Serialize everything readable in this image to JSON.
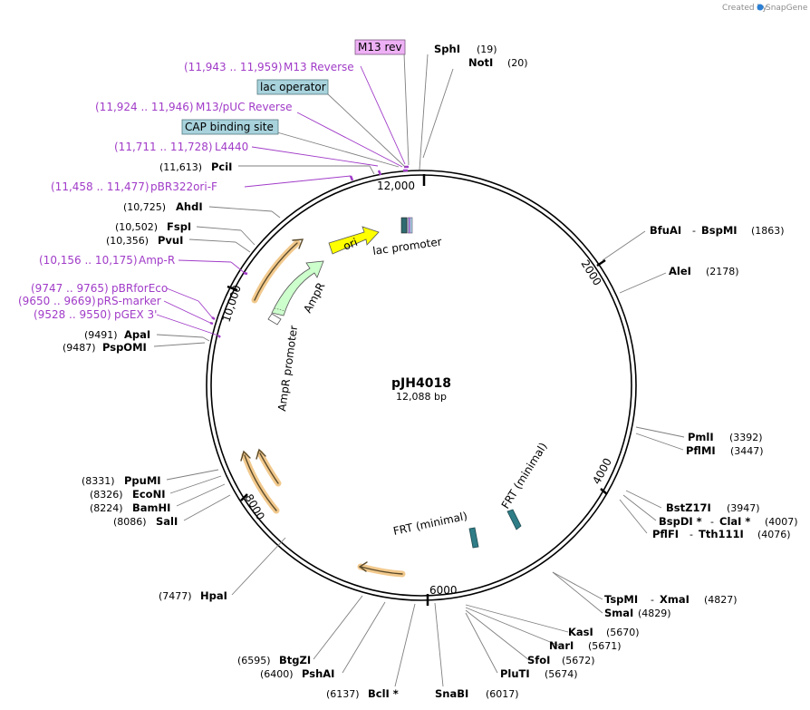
{
  "credit": {
    "prefix": "Created by",
    "brand": "SnapGene"
  },
  "plasmid": {
    "name": "pJH4018",
    "length": "12,088 bp"
  },
  "ticks": [
    "12,000",
    "2000",
    "4000",
    "6000",
    "8000",
    "10,000"
  ],
  "boxed_labels": {
    "m13rev": "M13 rev",
    "lac_operator": "lac operator",
    "cap": "CAP binding site"
  },
  "features": {
    "m13_reverse": {
      "range": "(11,943 .. 11,959)",
      "name": "M13 Reverse"
    },
    "m13_puc": {
      "range": "(11,924 .. 11,946)",
      "name": "M13/pUC Reverse"
    },
    "l4440": {
      "range": "(11,711 .. 11,728)",
      "name": "L4440"
    },
    "pbr322ori": {
      "range": "(11,458 .. 11,477)",
      "name": "pBR322ori-F"
    },
    "ampr_primer": {
      "range": "(10,156 .. 10,175)",
      "name": "Amp-R"
    },
    "pbrforeco": {
      "range": "(9747 .. 9765)",
      "name": "pBRforEco"
    },
    "prs_marker": {
      "range": "(9650 .. 9669)",
      "name": "pRS-marker"
    },
    "pgex3": {
      "range": "(9528 .. 9550)",
      "name": "pGEX 3'"
    }
  },
  "enzymes": {
    "sphi": {
      "name": "SphI",
      "pos": "(19)"
    },
    "noti": {
      "name": "NotI",
      "pos": "(20)"
    },
    "pcii": {
      "name": "PciI",
      "pos": "(11,613)"
    },
    "ahdi": {
      "name": "AhdI",
      "pos": "(10,725)"
    },
    "fspi": {
      "name": "FspI",
      "pos": "(10,502)"
    },
    "pvui": {
      "name": "PvuI",
      "pos": "(10,356)"
    },
    "apai": {
      "name": "ApaI",
      "pos": "(9491)"
    },
    "pspomi": {
      "name": "PspOMI",
      "pos": "(9487)"
    },
    "bfuai": {
      "name": "BfuAI",
      "sep": "-",
      "name2": "BspMI",
      "pos": "(1863)"
    },
    "alei": {
      "name": "AleI",
      "pos": "(2178)"
    },
    "pmli": {
      "name": "PmlI",
      "pos": "(3392)"
    },
    "pflmi": {
      "name": "PflMI",
      "pos": "(3447)"
    },
    "bstz17i": {
      "name": "BstZ17I",
      "pos": "(3947)"
    },
    "bspdi": {
      "name": "BspDI *",
      "sep": "-",
      "name2": "ClaI *",
      "pos": "(4007)"
    },
    "pflfi": {
      "name": "PflFI",
      "sep": "-",
      "name2": "Tth111I",
      "pos": "(4076)"
    },
    "tspmi": {
      "name": "TspMI",
      "sep": "-",
      "name2": "XmaI",
      "pos": "(4827)"
    },
    "smai": {
      "name": "SmaI",
      "pos": "(4829)"
    },
    "kasi": {
      "name": "KasI",
      "pos": "(5670)"
    },
    "nari": {
      "name": "NarI",
      "pos": "(5671)"
    },
    "sfoi": {
      "name": "SfoI",
      "pos": "(5672)"
    },
    "pluti": {
      "name": "PluTI",
      "pos": "(5674)"
    },
    "snabi": {
      "name": "SnaBI",
      "pos": "(6017)"
    },
    "bcli": {
      "name": "BclI *",
      "pos": "(6137)"
    },
    "pshai": {
      "name": "PshAI",
      "pos": "(6400)"
    },
    "btgzi": {
      "name": "BtgZI",
      "pos": "(6595)"
    },
    "hpai": {
      "name": "HpaI",
      "pos": "(7477)"
    },
    "sali": {
      "name": "SalI",
      "pos": "(8086)"
    },
    "bamhi": {
      "name": "BamHI",
      "pos": "(8224)"
    },
    "econi": {
      "name": "EcoNI",
      "pos": "(8326)"
    },
    "ppumi": {
      "name": "PpuMI",
      "pos": "(8331)"
    }
  },
  "inner_features": {
    "ori": "ori",
    "lac_promoter": "lac promoter",
    "ampr": "AmpR",
    "ampr_promoter": "AmpR promoter",
    "frt1": "FRT (minimal)",
    "frt2": "FRT (minimal)"
  },
  "colors": {
    "feature_purple": "#a13cc8",
    "ori_yellow": "#ffff00",
    "ampr_green": "#ccffcc",
    "orf_orange": "#f2c98d",
    "box_purple": "#eeb0f5",
    "box_blue": "#a8d3dd",
    "frt_teal": "#2e7d87"
  }
}
